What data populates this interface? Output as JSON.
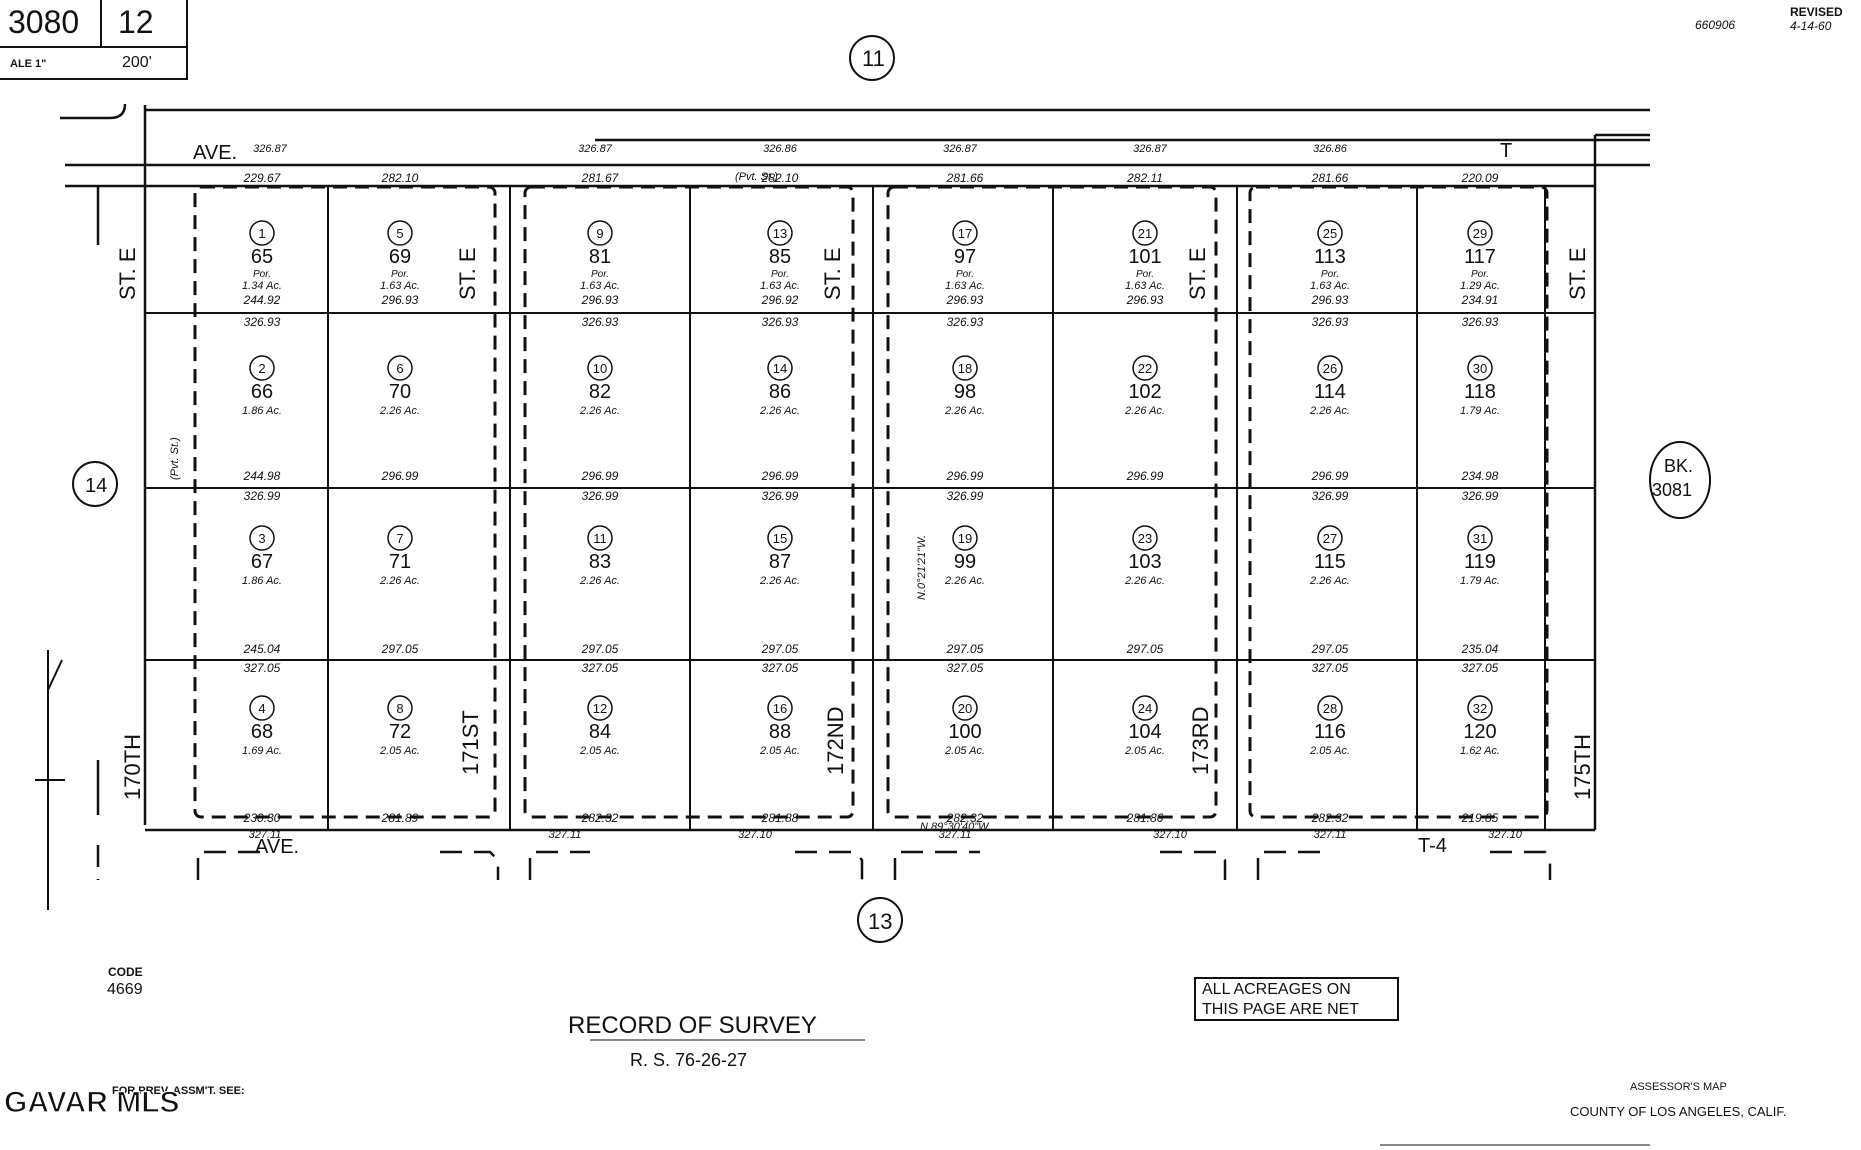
{
  "header": {
    "book": "3080",
    "page": "12",
    "scale_label": "ALE 1\"",
    "scale_value": "200'",
    "doc_number": "660906",
    "revised_label": "REVISED",
    "revised_date": "4-14-60"
  },
  "adjoining": {
    "north": "11",
    "south": "13",
    "west": "14",
    "east_label": "BK.",
    "east_book": "3081"
  },
  "streets": {
    "north_avenue": "AVE.",
    "north_avenue_suffix": "T",
    "south_avenue": "AVE.",
    "south_avenue_suffix": "T-4",
    "st_e": "ST. E",
    "west_street": "170TH",
    "east_street": "175TH",
    "cross_streets": [
      "171ST",
      "172ND",
      "173RD"
    ],
    "private_street": "(Pvt. St.)"
  },
  "column_widths": [
    [
      "229.67",
      "282.10",
      "281.67",
      "282.10",
      "281.66",
      "282.11",
      "281.66",
      "220.09"
    ],
    [
      "244.92",
      "296.93",
      "296.93",
      "296.92",
      "296.93",
      "296.93",
      "296.93",
      "234.91"
    ],
    [
      "244.98",
      "296.99",
      "296.99",
      "296.99",
      "296.99",
      "296.99",
      "296.99",
      "234.98"
    ],
    [
      "245.04",
      "297.05",
      "297.05",
      "297.05",
      "297.05",
      "297.05",
      "297.05",
      "235.04"
    ],
    [
      "230.30",
      "281.89",
      "282.32",
      "281.88",
      "282.32",
      "281.86",
      "282.32",
      "219.85"
    ]
  ],
  "outer_widths_top": [
    "326.87",
    "326.87",
    "326.86",
    "326.87",
    "326.87",
    "326.86"
  ],
  "outer_widths_bottom": [
    "327.11",
    "327.11",
    "327.10",
    "327.11",
    "327.10",
    "327.11",
    "327.10"
  ],
  "row_top_totals": [
    "326.93",
    "326.99",
    "327.05"
  ],
  "lots": [
    {
      "num": "1",
      "parcel": "65",
      "note": "Por.",
      "acres": "1.34 Ac."
    },
    {
      "num": "5",
      "parcel": "69",
      "note": "Por.",
      "acres": "1.63 Ac."
    },
    {
      "num": "9",
      "parcel": "81",
      "note": "Por.",
      "acres": "1.63 Ac."
    },
    {
      "num": "13",
      "parcel": "85",
      "note": "Por.",
      "acres": "1.63 Ac."
    },
    {
      "num": "17",
      "parcel": "97",
      "note": "Por.",
      "acres": "1.63 Ac."
    },
    {
      "num": "21",
      "parcel": "101",
      "note": "Por.",
      "acres": "1.63 Ac."
    },
    {
      "num": "25",
      "parcel": "113",
      "note": "Por.",
      "acres": "1.63 Ac."
    },
    {
      "num": "29",
      "parcel": "117",
      "note": "Por.",
      "acres": "1.29 Ac."
    },
    {
      "num": "2",
      "parcel": "66",
      "note": "",
      "acres": "1.86 Ac."
    },
    {
      "num": "6",
      "parcel": "70",
      "note": "",
      "acres": "2.26 Ac."
    },
    {
      "num": "10",
      "parcel": "82",
      "note": "",
      "acres": "2.26 Ac."
    },
    {
      "num": "14",
      "parcel": "86",
      "note": "",
      "acres": "2.26 Ac."
    },
    {
      "num": "18",
      "parcel": "98",
      "note": "",
      "acres": "2.26 Ac."
    },
    {
      "num": "22",
      "parcel": "102",
      "note": "",
      "acres": "2.26 Ac."
    },
    {
      "num": "26",
      "parcel": "114",
      "note": "",
      "acres": "2.26 Ac."
    },
    {
      "num": "30",
      "parcel": "118",
      "note": "",
      "acres": "1.79 Ac."
    },
    {
      "num": "3",
      "parcel": "67",
      "note": "",
      "acres": "1.86 Ac."
    },
    {
      "num": "7",
      "parcel": "71",
      "note": "",
      "acres": "2.26 Ac."
    },
    {
      "num": "11",
      "parcel": "83",
      "note": "",
      "acres": "2.26 Ac."
    },
    {
      "num": "15",
      "parcel": "87",
      "note": "",
      "acres": "2.26 Ac."
    },
    {
      "num": "19",
      "parcel": "99",
      "note": "",
      "acres": "2.26 Ac."
    },
    {
      "num": "23",
      "parcel": "103",
      "note": "",
      "acres": "2.26 Ac."
    },
    {
      "num": "27",
      "parcel": "115",
      "note": "",
      "acres": "2.26 Ac."
    },
    {
      "num": "31",
      "parcel": "119",
      "note": "",
      "acres": "1.79 Ac."
    },
    {
      "num": "4",
      "parcel": "68",
      "note": "",
      "acres": "1.69 Ac."
    },
    {
      "num": "8",
      "parcel": "72",
      "note": "",
      "acres": "2.05 Ac."
    },
    {
      "num": "12",
      "parcel": "84",
      "note": "",
      "acres": "2.05 Ac."
    },
    {
      "num": "16",
      "parcel": "88",
      "note": "",
      "acres": "2.05 Ac."
    },
    {
      "num": "20",
      "parcel": "100",
      "note": "",
      "acres": "2.05 Ac."
    },
    {
      "num": "24",
      "parcel": "104",
      "note": "",
      "acres": "2.05 Ac."
    },
    {
      "num": "28",
      "parcel": "116",
      "note": "",
      "acres": "2.05 Ac."
    },
    {
      "num": "32",
      "parcel": "120",
      "note": "",
      "acres": "1.62 Ac."
    }
  ],
  "bearings": {
    "vertical": "N.0°21'21\"W.",
    "horizontal": "N.89°30'40\"W."
  },
  "footer": {
    "code_label": "CODE",
    "code_value": "4669",
    "title": "RECORD OF SURVEY",
    "rs_number": "R. S. 76-26-27",
    "acreage_note_1": "ALL ACREAGES ON",
    "acreage_note_2": "THIS PAGE ARE NET",
    "prev_assmt": "FOR PREV. ASSM'T. SEE:",
    "assessor_title": "ASSESSOR'S MAP",
    "assessor_county": "COUNTY OF LOS ANGELES, CALIF.",
    "watermark": "GAVAR MLS"
  }
}
